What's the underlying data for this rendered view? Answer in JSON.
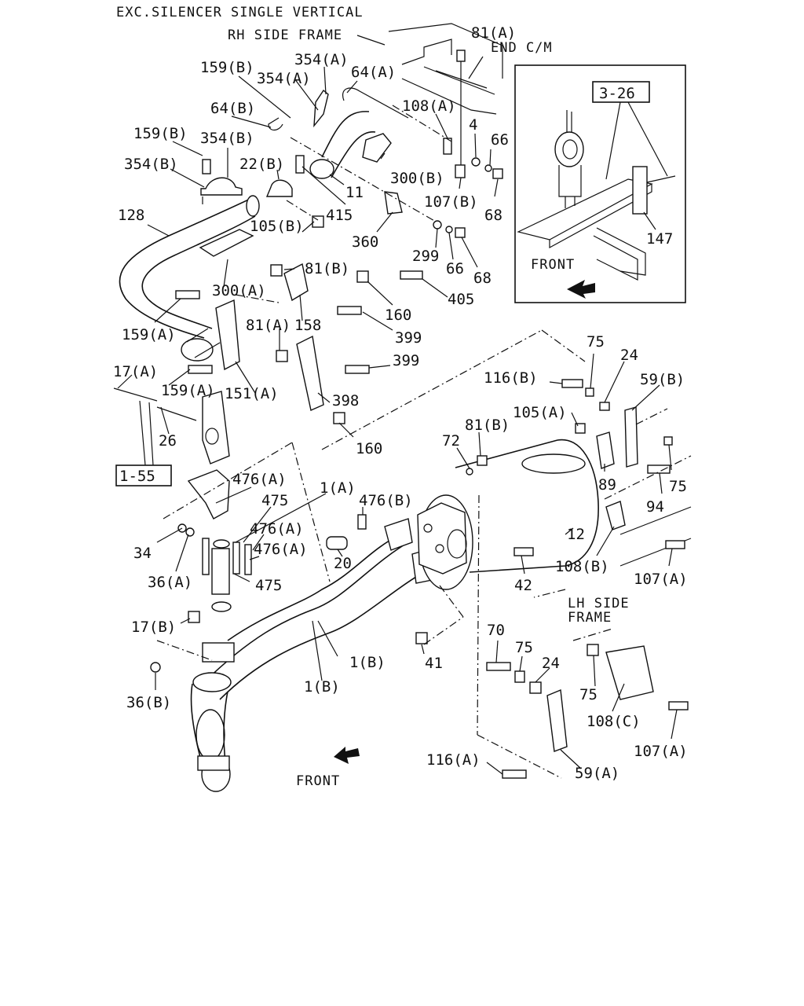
{
  "diagram": {
    "header": "EXC.SILENCER SINGLE VERTICAL",
    "notes": {
      "rh_frame": "RH SIDE FRAME",
      "end_cm": "END C/M",
      "lh_frame_1": "LH SIDE",
      "lh_frame_2": "FRAME",
      "front_inset": "FRONT",
      "front_main": "FRONT"
    },
    "refs": {
      "r326": "3-26",
      "r155": "1-55"
    },
    "labels": {
      "l81a_top": "81(A)",
      "l354a_1": "354(A)",
      "l354a_2": "354(A)",
      "l64a": "64(A)",
      "l159b_1": "159(B)",
      "l64b": "64(B)",
      "l108a": "108(A)",
      "l4": "4",
      "l66_top": "66",
      "l159b_2": "159(B)",
      "l354b_1": "354(B)",
      "l354b_2": "354(B)",
      "l22b": "22(B)",
      "l300b": "300(B)",
      "l11": "11",
      "l107b": "107(B)",
      "l415": "415",
      "l68_top": "68",
      "l128": "128",
      "l105b": "105(B)",
      "l360": "360",
      "l299": "299",
      "l66_mid": "66",
      "l68_mid": "68",
      "l81b_top": "81(B)",
      "l300a": "300(A)",
      "l405": "405",
      "l160_top": "160",
      "l158": "158",
      "l81a_mid": "81(A)",
      "l159a_1": "159(A)",
      "l399_1": "399",
      "l399_2": "399",
      "l17a": "17(A)",
      "l159a_2": "159(A)",
      "l151a": "151(A)",
      "l398": "398",
      "l26": "26",
      "l160_bot": "160",
      "l75_top": "75",
      "l24_top": "24",
      "l116b": "116(B)",
      "l59b": "59(B)",
      "l105a": "105(A)",
      "l81b_mid": "81(B)",
      "l72": "72",
      "l89": "89",
      "l75_right": "75",
      "l94": "94",
      "l476a_1": "476(A)",
      "l1a": "1(A)",
      "l475_1": "475",
      "l476b": "476(B)",
      "l476a_2": "476(A)",
      "l476a_3": "476(A)",
      "l12": "12",
      "l34": "34",
      "l20": "20",
      "l108b": "108(B)",
      "l107a_1": "107(A)",
      "l36a": "36(A)",
      "l475_2": "475",
      "l42": "42",
      "l17b": "17(B)",
      "l70": "70",
      "l75_low": "75",
      "l24_low": "24",
      "l41": "41",
      "l1b_1": "1(B)",
      "l36b": "36(B)",
      "l1b_2": "1(B)",
      "l75_low2": "75",
      "l108c": "108(C)",
      "l107a_2": "107(A)",
      "l116a": "116(A)",
      "l59a": "59(A)",
      "l147": "147"
    }
  }
}
